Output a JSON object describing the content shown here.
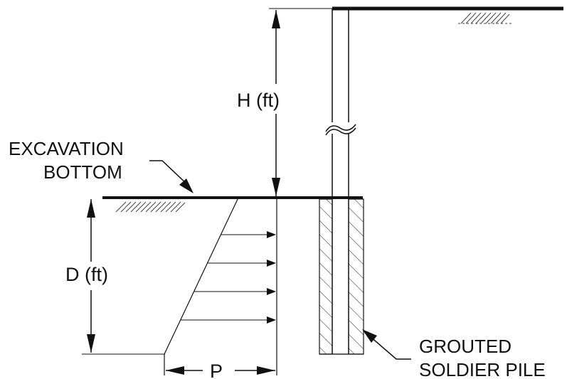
{
  "labels": {
    "h_dimension": "H (ft)",
    "d_dimension": "D (ft)",
    "p_dimension": "P",
    "excavation_line1": "EXCAVATION",
    "excavation_line2": "BOTTOM",
    "pile_line1": "GROUTED",
    "pile_line2": "SOLDIER PILE"
  },
  "colors": {
    "ink": "#111111",
    "background": "#ffffff"
  },
  "icons": [
    "ground-hatch-icon",
    "break-symbol-icon",
    "arrowhead-icon"
  ]
}
